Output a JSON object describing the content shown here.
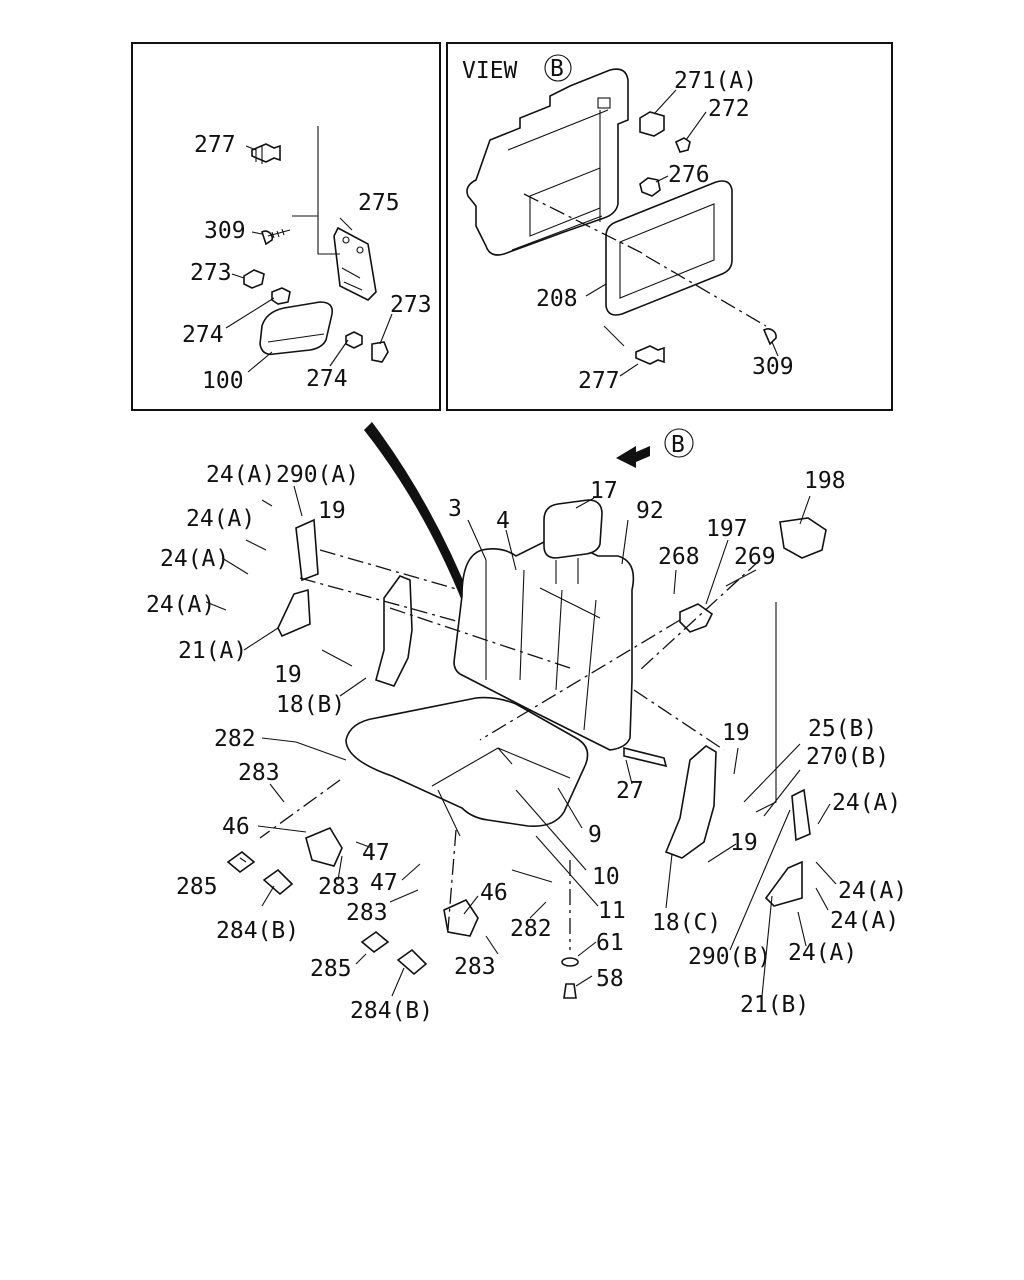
{
  "view_title": "VIEW",
  "view_letter": "B",
  "arrow_letter": "B",
  "labels": {
    "l277a": "277",
    "l309a": "309",
    "l275": "275",
    "l273a": "273",
    "l273b": "273",
    "l274a": "274",
    "l274b": "274",
    "l100": "100",
    "l271a": "271(A)",
    "l272": "272",
    "l276": "276",
    "l208": "208",
    "l277b": "277",
    "l309b": "309",
    "l24a1": "24(A)",
    "l290a": "290(A)",
    "l24a2": "24(A)",
    "l24a3": "24(A)",
    "l24a4": "24(A)",
    "l21a": "21(A)",
    "l19a": "19",
    "l19b": "19",
    "l18b": "18(B)",
    "l3": "3",
    "l4": "4",
    "l17": "17",
    "l92": "92",
    "l198": "198",
    "l197": "197",
    "l268": "268",
    "l269": "269",
    "l282a": "282",
    "l283a": "283",
    "l46a": "46",
    "l47a": "47",
    "l47b": "47",
    "l283b": "283",
    "l285a": "285",
    "l284b1": "284(B)",
    "l283c": "283",
    "l46b": "46",
    "l282b": "282",
    "l283d": "283",
    "l285b": "285",
    "l284b2": "284(B)",
    "l19c": "19",
    "l25b": "25(B)",
    "l270b": "270(B)",
    "l27": "27",
    "l9": "9",
    "l10": "10",
    "l11": "11",
    "l19d": "19",
    "l18c": "18(C)",
    "l24a5": "24(A)",
    "l24a6": "24(A)",
    "l24a7": "24(A)",
    "l24a8": "24(A)",
    "l290b": "290(B)",
    "l21b": "21(B)",
    "l61": "61",
    "l58": "58"
  }
}
